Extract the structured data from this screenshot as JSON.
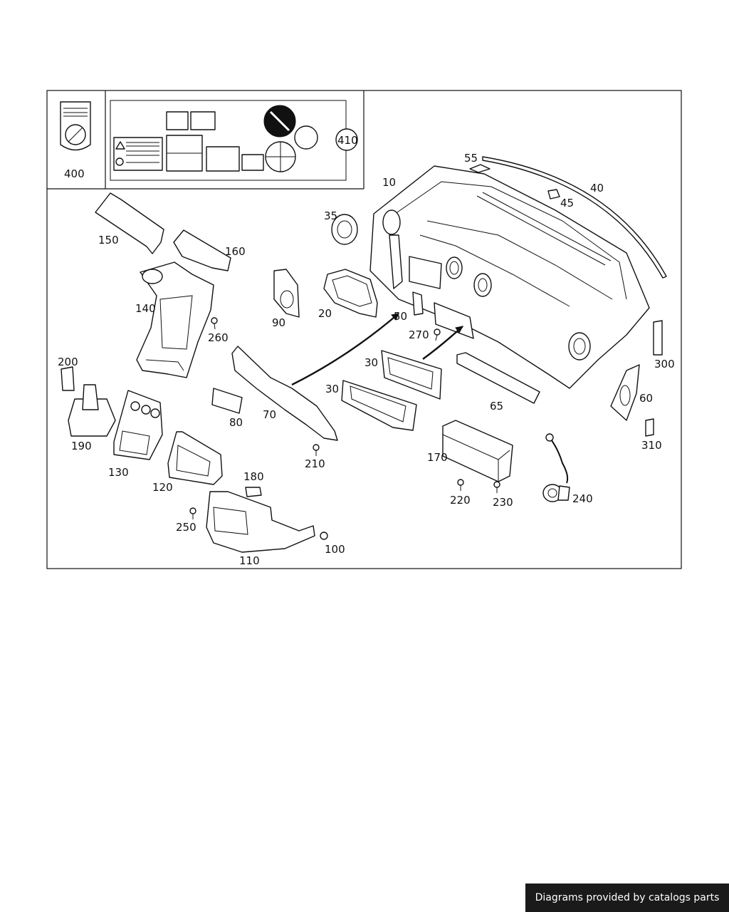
{
  "callouts": {
    "c400": "400",
    "c410": "410",
    "c10": "10",
    "c55": "55",
    "c40": "40",
    "c45": "45",
    "c150": "150",
    "c160": "160",
    "c35": "35",
    "c140": "140",
    "c90": "90",
    "c20": "20",
    "c50": "50",
    "c270": "270",
    "c260": "260",
    "c300": "300",
    "c200": "200",
    "c30a": "30",
    "c30b": "30",
    "c65": "65",
    "c60": "60",
    "c70": "70",
    "c80": "80",
    "c190": "190",
    "c130": "130",
    "c310": "310",
    "c210": "210",
    "c170": "170",
    "c120": "120",
    "c180": "180",
    "c220": "220",
    "c230": "230",
    "c240": "240",
    "c250": "250",
    "c100": "100",
    "c110": "110"
  },
  "footer": {
    "text": "Diagrams provided by catalogs parts"
  }
}
